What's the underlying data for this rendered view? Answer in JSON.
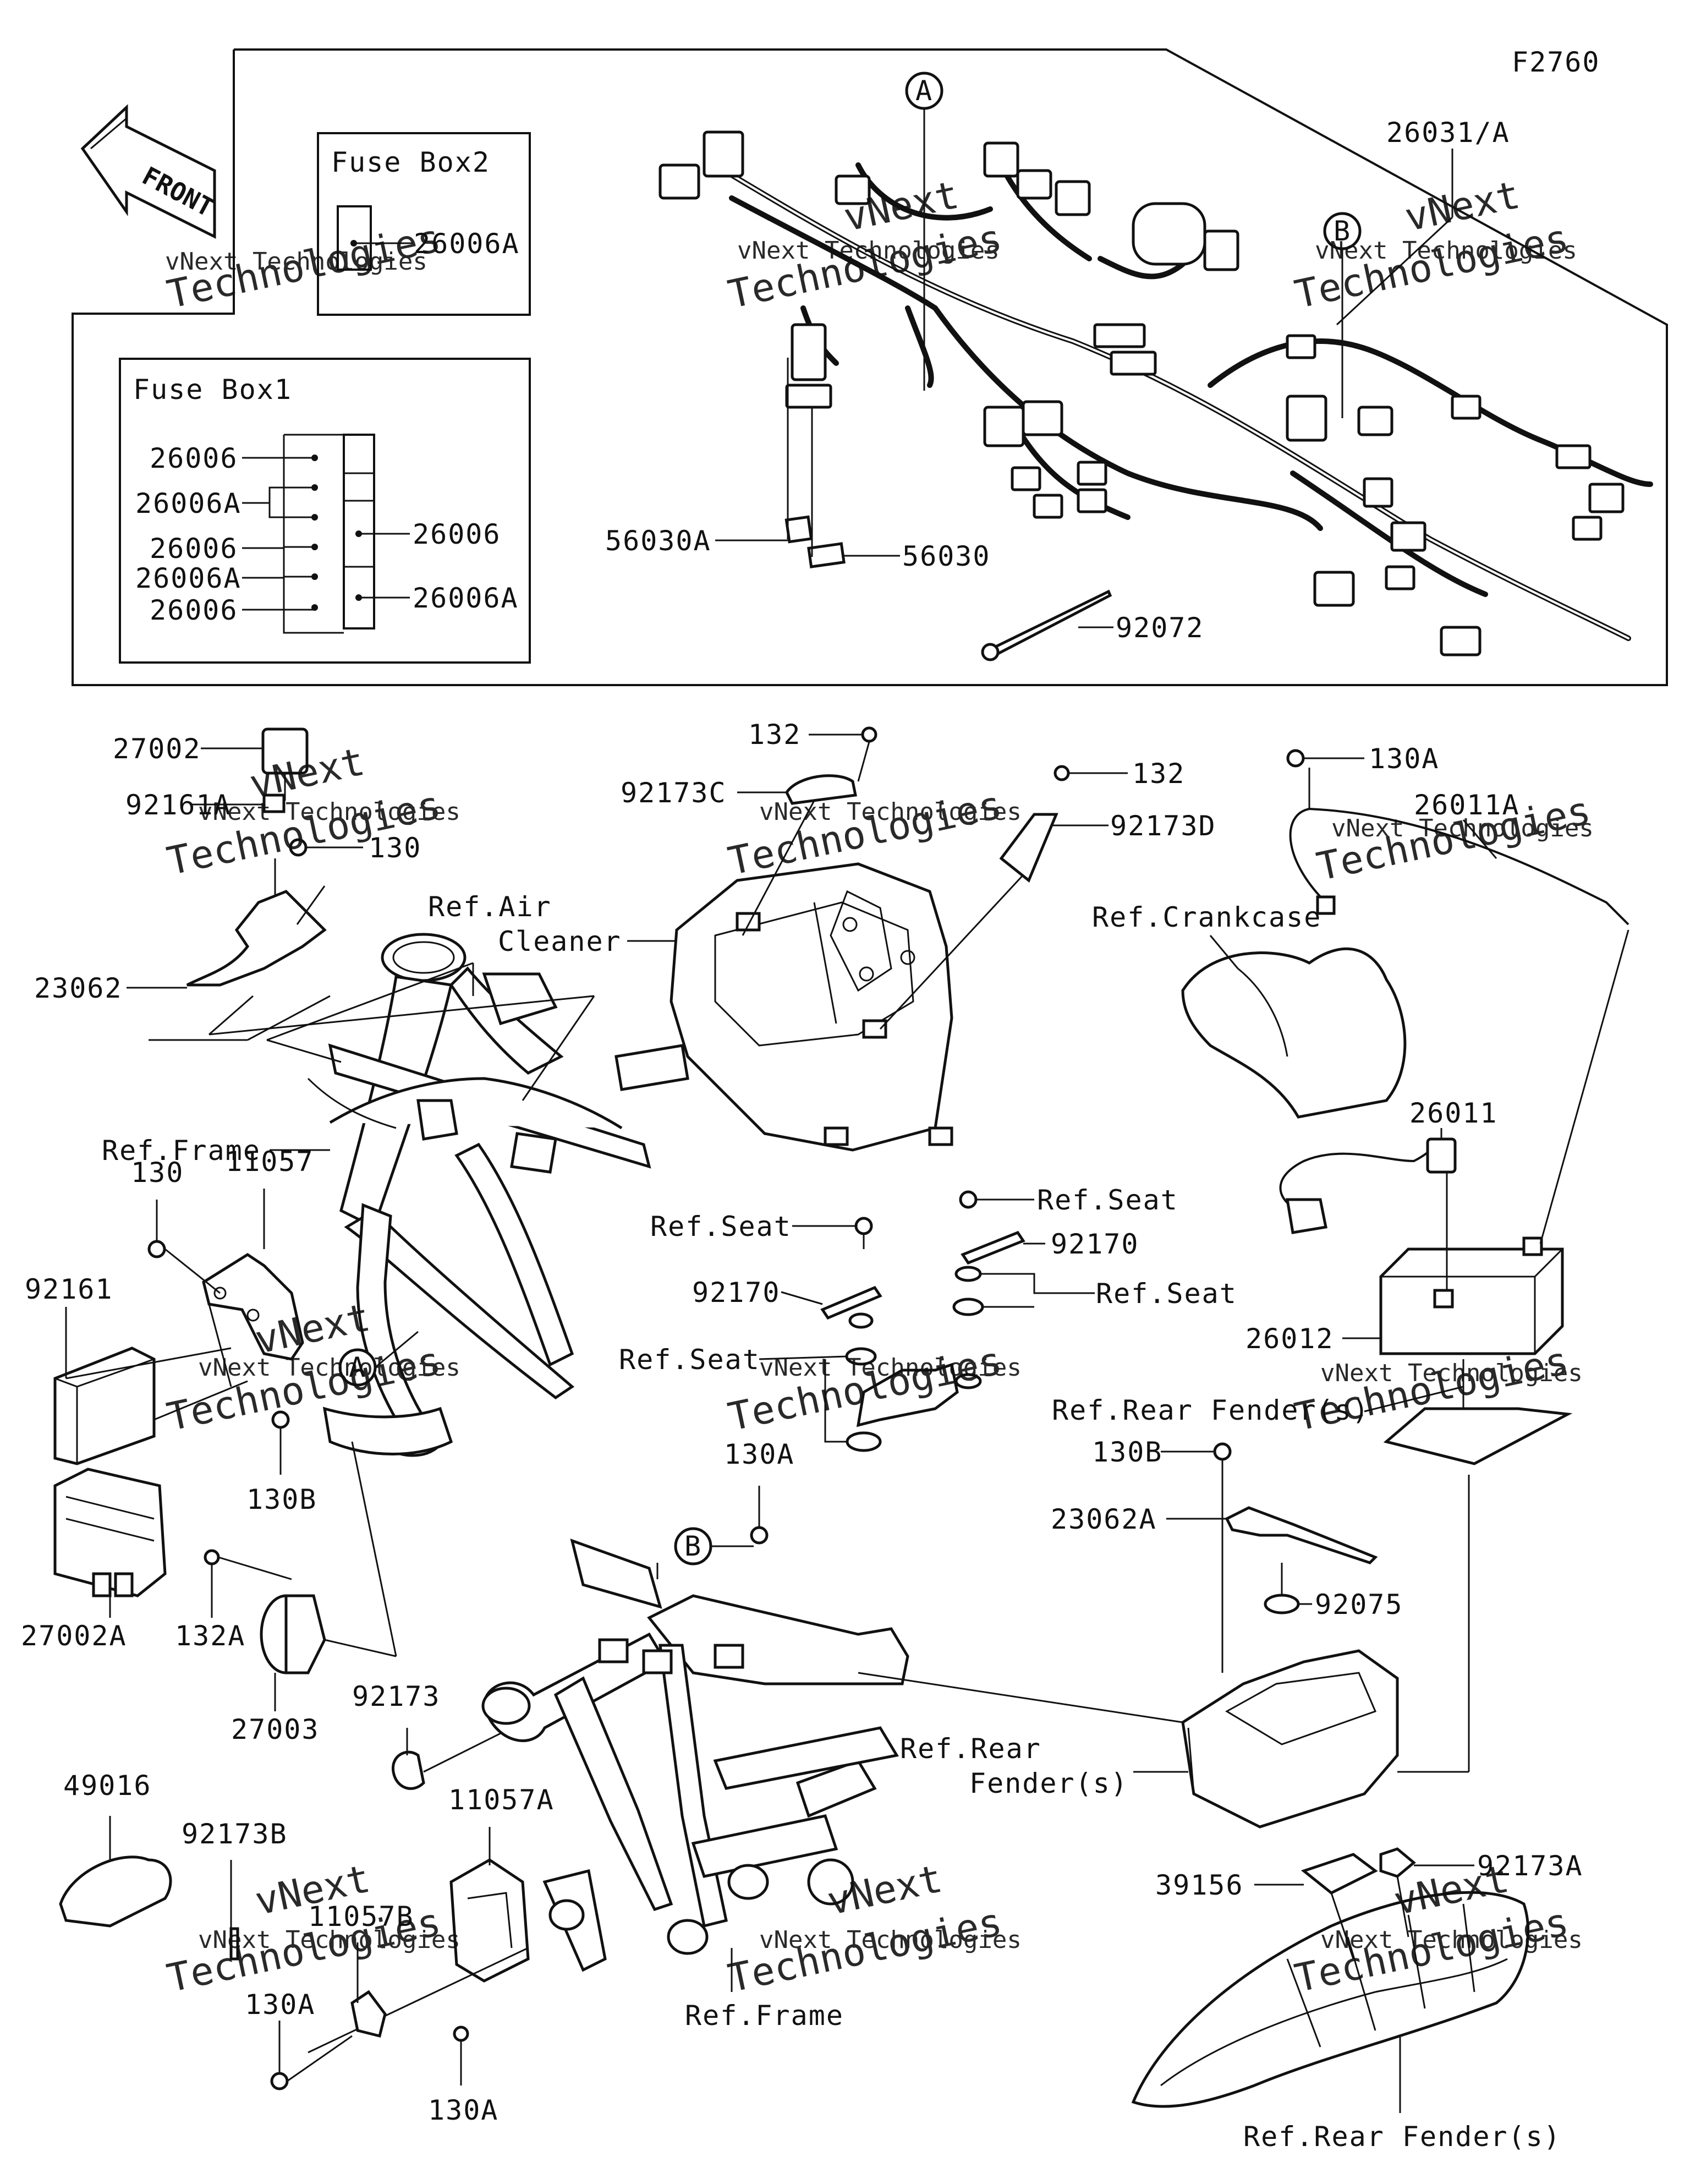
{
  "figure_id": "F2760",
  "front_label": "FRONT",
  "watermark": {
    "line1": "vNext Technologies",
    "line2": "Technologies",
    "line3": "vNext"
  },
  "fuse_box2": {
    "title": "Fuse Box2",
    "label": "26006A"
  },
  "fuse_box1": {
    "title": "Fuse Box1",
    "left_labels": [
      "26006",
      "26006A",
      "26006",
      "26006A",
      "26006"
    ],
    "right_labels": [
      "26006",
      "26006A"
    ]
  },
  "callouts": {
    "a": "A",
    "b": "B"
  },
  "labels": {
    "p26031A": "26031/A",
    "p56030A": "56030A",
    "p56030": "56030",
    "p92072": "92072",
    "p27002": "27002",
    "p92161A": "92161A",
    "p130_top": "130",
    "p23062": "23062",
    "p132_a": "132",
    "p92173C": "92173C",
    "p132_b": "132",
    "p92173D": "92173D",
    "ref_air_1": "Ref.Air",
    "ref_air_2": "Cleaner",
    "p130A_top": "130A",
    "p26011A": "26011A",
    "ref_crankcase": "Ref.Crankcase",
    "ref_frame_top": "Ref.Frame",
    "p130_mid": "130",
    "p11057": "11057",
    "p92161": "92161",
    "p130B_left": "130B",
    "p27002A": "27002A",
    "p26011": "26011",
    "ref_seat_1": "Ref.Seat",
    "ref_seat_2": "Ref.Seat",
    "p92170_a": "92170",
    "p92170_b": "92170",
    "ref_seat_3": "Ref.Seat",
    "ref_seat_4": "Ref.Seat",
    "p26012": "26012",
    "ref_rear_fender_top": "Ref.Rear Fender(s)",
    "p130B_right": "130B",
    "p23062A": "23062A",
    "p92075": "92075",
    "p130A_mid": "130A",
    "p132A": "132A",
    "p27003": "27003",
    "p92173": "92173",
    "ref_rear_1": "Ref.Rear",
    "ref_rear_2": "Fender(s)",
    "p49016": "49016",
    "p11057A": "11057A",
    "p92173B": "92173B",
    "p11057B": "11057B",
    "p39156": "39156",
    "p92173A": "92173A",
    "p130A_bl": "130A",
    "p130A_bm": "130A",
    "ref_frame_bottom": "Ref.Frame",
    "ref_rear_fender_bottom": "Ref.Rear Fender(s)"
  }
}
